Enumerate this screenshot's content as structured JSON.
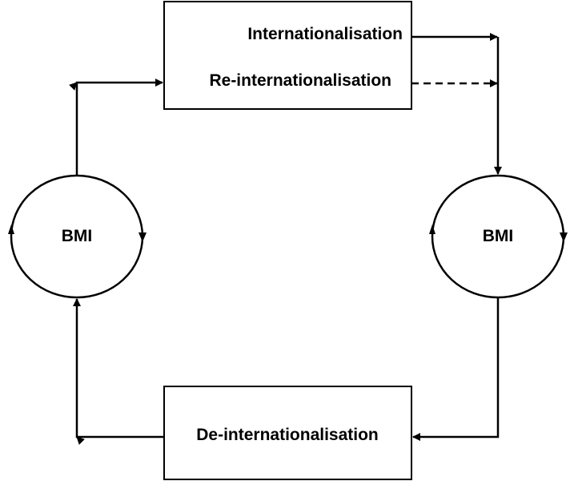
{
  "top_box": {
    "line1": "Internationalisation",
    "line2": "Re-internationalisation"
  },
  "bottom_box": {
    "label": "De-internationalisation"
  },
  "left_circle": {
    "label": "BMI"
  },
  "right_circle": {
    "label": "BMI"
  },
  "colors": {
    "stroke": "#000000",
    "background": "#ffffff",
    "text": "#000000"
  },
  "icons": {
    "cycle_arrow_up": "arrow-up-icon",
    "cycle_arrow_down": "arrow-down-icon"
  }
}
